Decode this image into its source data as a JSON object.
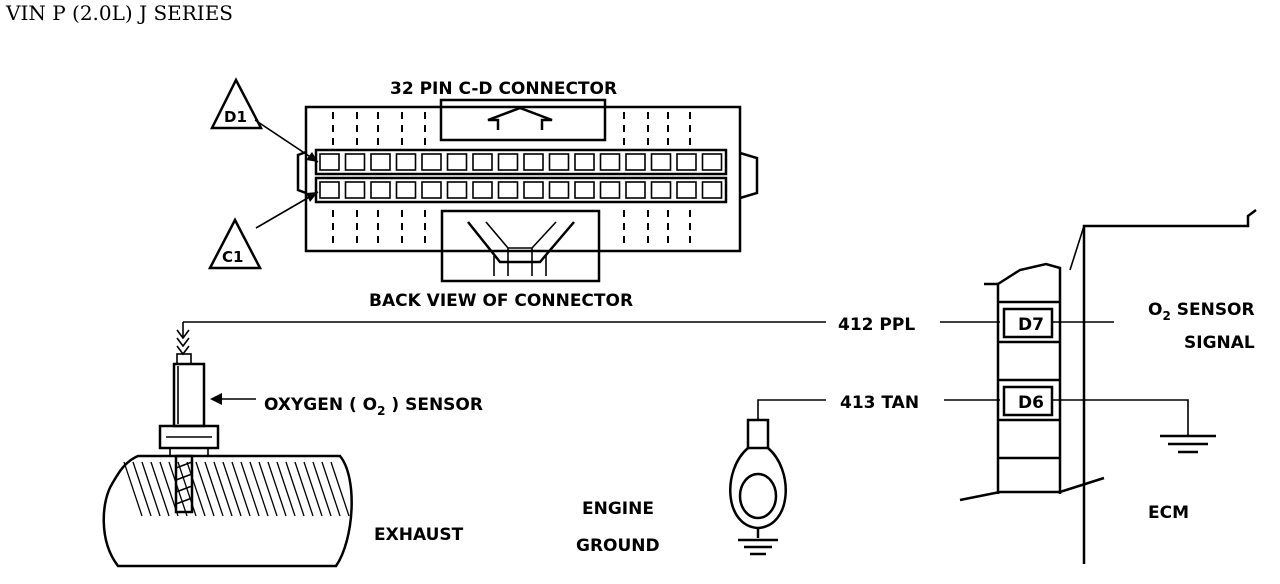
{
  "header": {
    "title": "VIN P (2.0L) J SERIES"
  },
  "connector": {
    "title": "32 PIN C-D CONNECTOR",
    "caption": "BACK VIEW OF CONNECTOR",
    "markers": {
      "d1": "D1",
      "c1": "C1"
    }
  },
  "wires": {
    "signal": "412 PPL",
    "ground": "413 TAN"
  },
  "ecm": {
    "pin_d7": "D7",
    "pin_d6": "D6",
    "label": "ECM"
  },
  "sensor": {
    "label_prefix": "OXYGEN ( O",
    "label_sub": "2",
    "label_suffix": " ) SENSOR",
    "signal_prefix": "O",
    "signal_sub": "2",
    "signal_suffix": " SENSOR",
    "signal_line2": "SIGNAL"
  },
  "exhaust": {
    "label": "EXHAUST"
  },
  "engine_ground": {
    "line1": "ENGINE",
    "line2": "GROUND"
  }
}
